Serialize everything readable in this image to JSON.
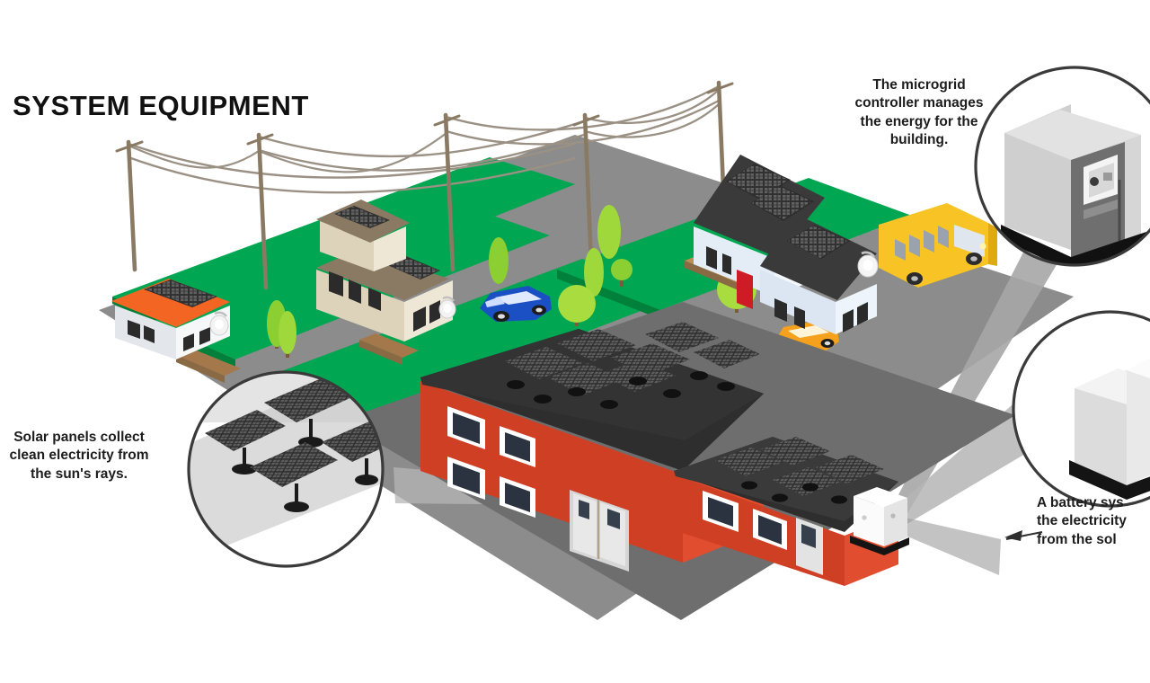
{
  "page": {
    "title": "SYSTEM EQUIPMENT",
    "background": "#ffffff"
  },
  "callouts": {
    "controller": {
      "id": "microgrid-controller",
      "text": "The microgrid controller manages the energy for the building.",
      "lines": [
        "The microgrid",
        "controller manages",
        "the energy for the",
        "building."
      ],
      "icon": "microgrid-controller-cabinet-icon"
    },
    "solar": {
      "id": "solar-panels",
      "text": "Solar panels collect clean electricity from the sun's rays.",
      "lines": [
        "Solar panels collect",
        "clean electricity from",
        "the sun's rays."
      ],
      "icon": "solar-panel-array-icon"
    },
    "battery": {
      "id": "battery-system",
      "text": "A battery system stores the electricity generated from the solar panels.",
      "lines": [
        "A battery sys",
        "the electricity",
        "from the sol"
      ],
      "icon": "battery-cabinet-icon"
    }
  },
  "scene": {
    "name": "isometric-microgrid-neighborhood",
    "elements": [
      {
        "name": "utility-poles",
        "count": 5,
        "color": "#8a7a63"
      },
      {
        "name": "power-lines",
        "count": 3,
        "color": "#9a9084"
      },
      {
        "name": "lawn",
        "color": "#00a651"
      },
      {
        "name": "road",
        "color": "#808080"
      },
      {
        "name": "parking-lot",
        "color": "#6e6e6e"
      },
      {
        "name": "house-small-orange-roof",
        "color": "#ffffff",
        "roof": "#f26522"
      },
      {
        "name": "house-tan-two-story",
        "color": "#e4d8c0",
        "roof": "#8a7a63"
      },
      {
        "name": "house-blue-white",
        "color": "#e8eef7",
        "roof": "#3a3a3a"
      },
      {
        "name": "commercial-building",
        "color": "#d9472b",
        "roof": "#2e2e2e"
      },
      {
        "name": "school-bus",
        "color": "#f5c518"
      },
      {
        "name": "car-blue",
        "color": "#1b4fc4"
      },
      {
        "name": "car-orange",
        "color": "#f5a11e"
      },
      {
        "name": "trees",
        "color": "#a9d93a"
      },
      {
        "name": "rooftop-solar-panels",
        "color": "#2b2b2b"
      },
      {
        "name": "battery-unit",
        "color": "#f2f2f2"
      }
    ]
  },
  "colors": {
    "grass": "#00a651",
    "grass_dark": "#009145",
    "road": "#8c8c8c",
    "lot": "#6f6f6f",
    "brick": "#d9472b",
    "roof_dark": "#2d2d2d",
    "panel": "#3a3a3a",
    "bus": "#f7c325",
    "text": "#1d1d1d"
  }
}
